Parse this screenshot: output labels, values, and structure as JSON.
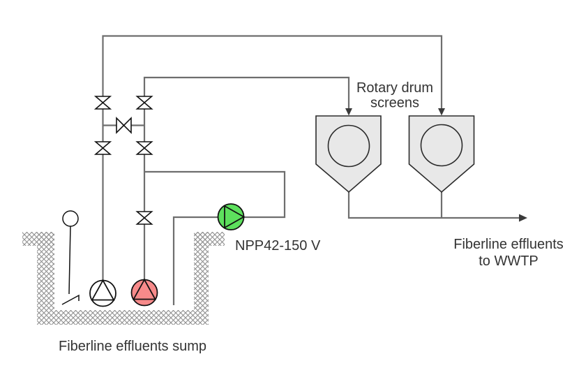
{
  "labels": {
    "screens_title_line1": "Rotary drum",
    "screens_title_line2": "screens",
    "pump_model": "NPP42-150 V",
    "sump_caption": "Fiberline effluents sump",
    "outflow_line1": "Fiberline effluents",
    "outflow_line2": "to WWTP"
  },
  "colors": {
    "pipe": "#6e6e6e",
    "symbol_outline": "#111111",
    "screen_stroke": "#2b2b2b",
    "screen_fill": "#e8e8e8",
    "arrow": "#3a3a3a",
    "text": "#333333",
    "hatch": "#8f8f8f",
    "valve_fill": "#ffffff",
    "pump_white_fill": "#ffffff",
    "pump_red_fill": "#f78a8a",
    "pump_green_fill": "#5de05d"
  },
  "icons": {
    "valve": "gate-valve-icon",
    "pump": "centrifugal-pump-icon",
    "level_switch": "float-level-switch-icon",
    "flow_arrow": "flow-direction-arrow-icon"
  }
}
